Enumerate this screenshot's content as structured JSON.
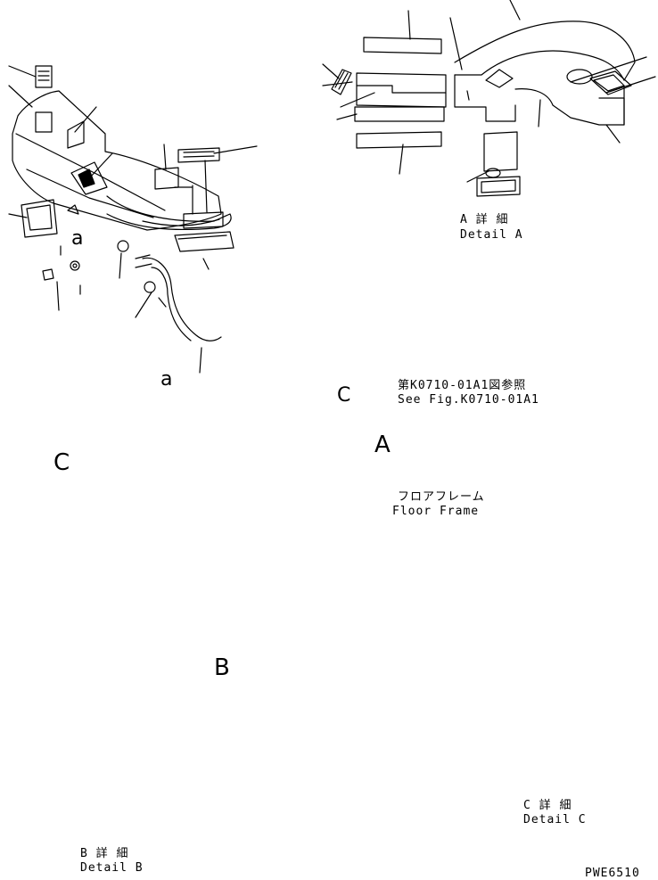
{
  "callout_ref": {
    "line1": "第K0710-01A1図参照",
    "line2": "See Fig.K0710-01A1"
  },
  "floor_frame": {
    "jp": "フロアフレーム",
    "en": "Floor Frame"
  },
  "detail_a": {
    "jp": "A 詳 細",
    "en": "Detail A"
  },
  "detail_b": {
    "jp": "B 詳 細",
    "en": "Detail B"
  },
  "detail_c": {
    "jp": "C 詳 細",
    "en": "Detail C"
  },
  "view_letters": {
    "a_upper": "a",
    "a_lower": "a",
    "A": "A",
    "B": "B",
    "C_left": "C",
    "C_right": "C"
  },
  "drawing_number": "PWE6510",
  "colors": {
    "ink": "#000000",
    "paper": "#ffffff"
  }
}
